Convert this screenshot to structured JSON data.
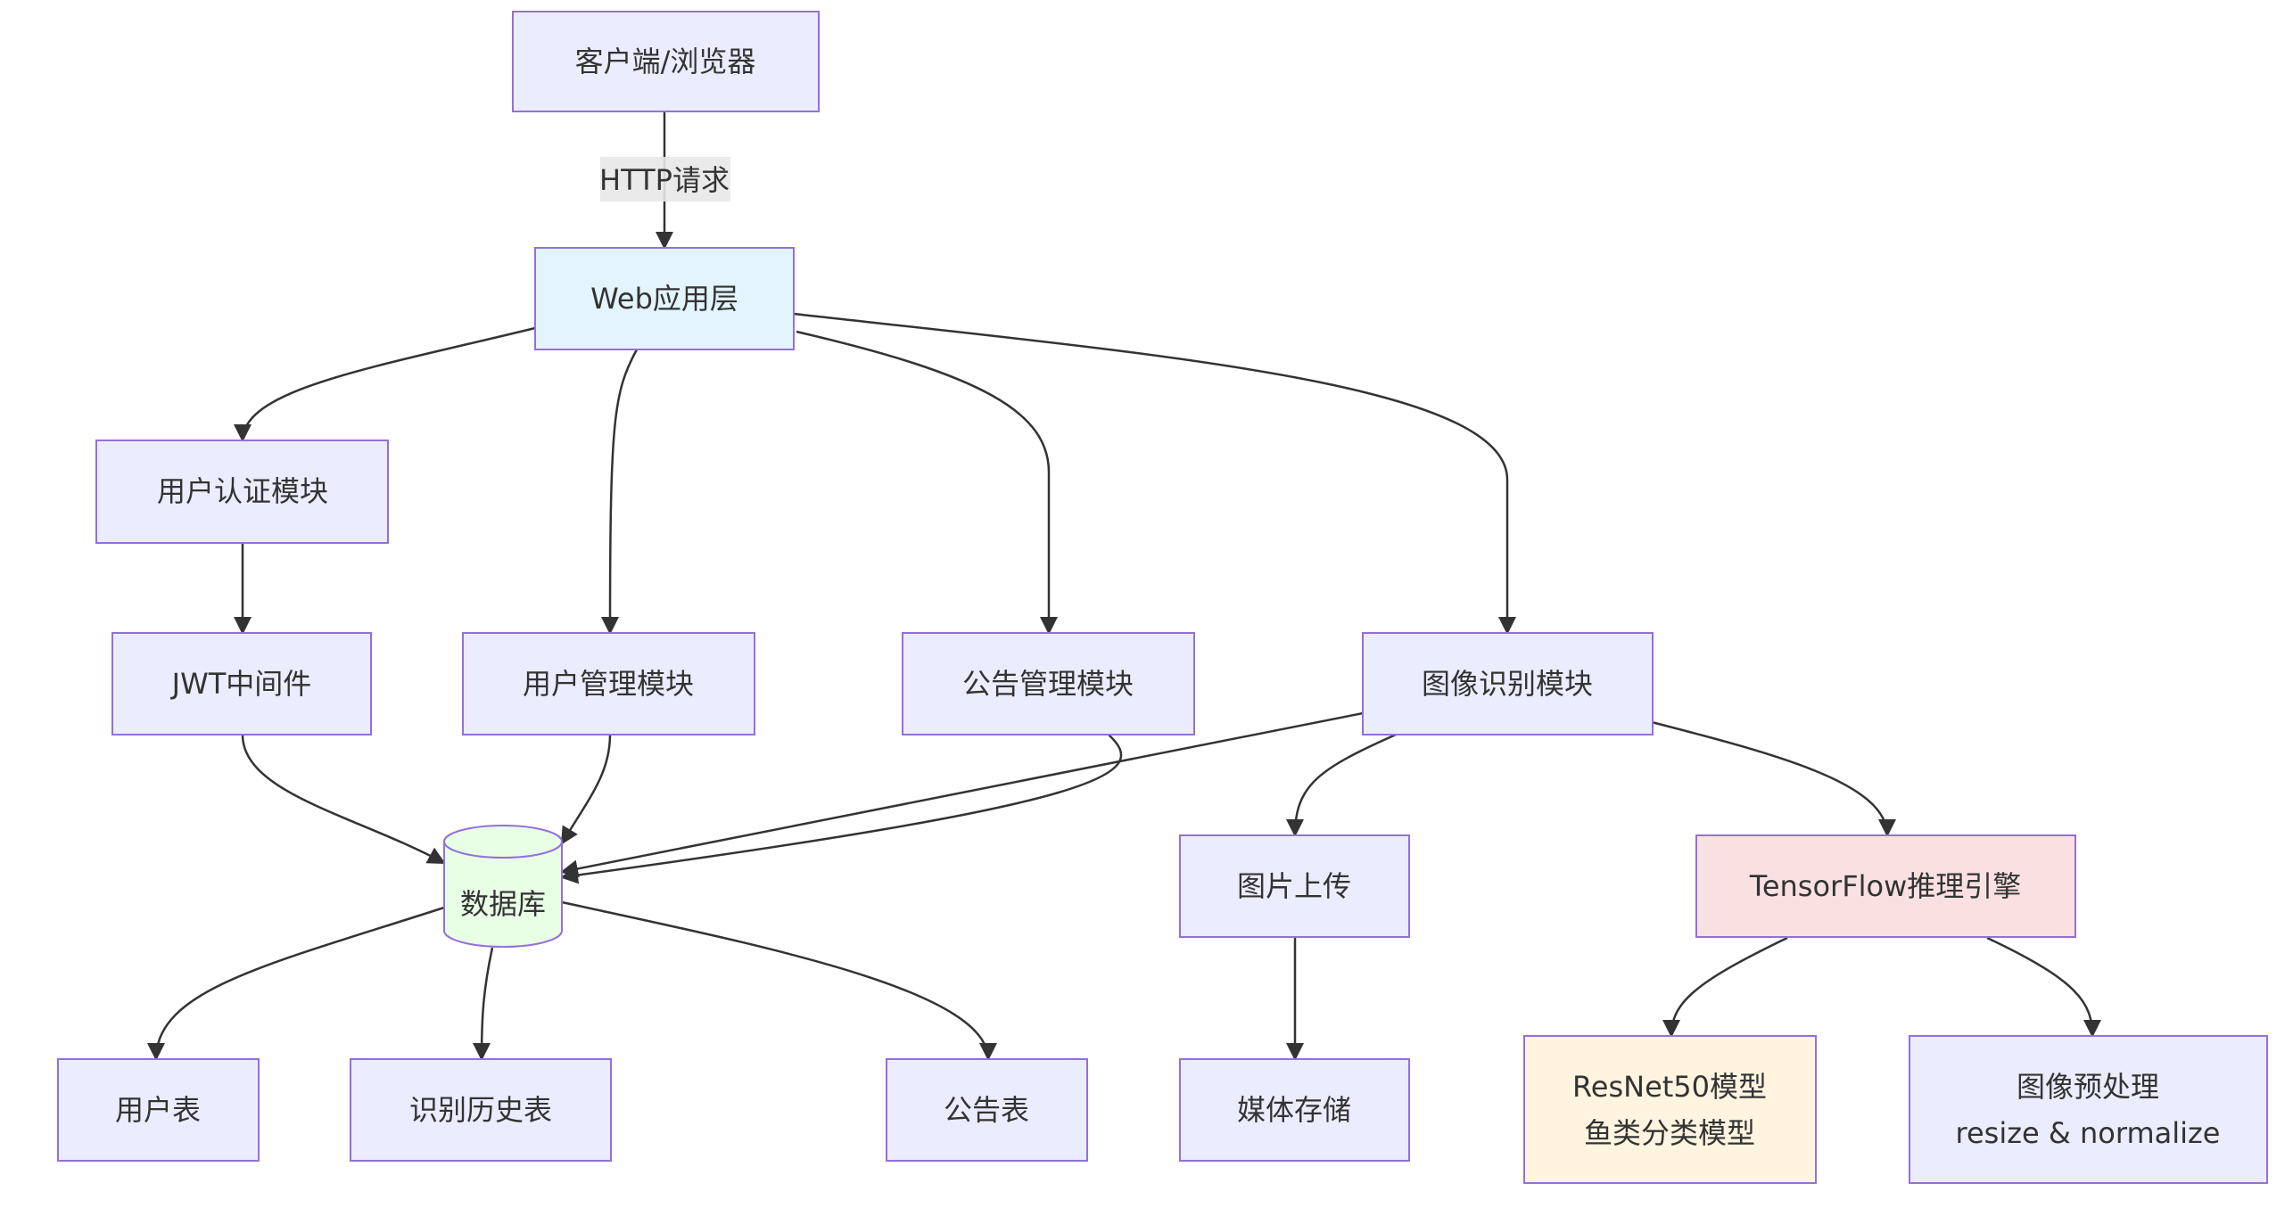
{
  "nodes": {
    "client": {
      "label": "客户端/浏览器"
    },
    "web": {
      "label": "Web应用层"
    },
    "auth": {
      "label": "用户认证模块"
    },
    "jwt": {
      "label": "JWT中间件"
    },
    "usermgmt": {
      "label": "用户管理模块"
    },
    "notice": {
      "label": "公告管理模块"
    },
    "image": {
      "label": "图像识别模块"
    },
    "db": {
      "label": "数据库"
    },
    "upload": {
      "label": "图片上传"
    },
    "tf": {
      "label": "TensorFlow推理引擎"
    },
    "usertable": {
      "label": "用户表"
    },
    "history": {
      "label": "识别历史表"
    },
    "noticetable": {
      "label": "公告表"
    },
    "media": {
      "label": "媒体存储"
    },
    "resnet": {
      "line1": "ResNet50模型",
      "line2": "鱼类分类模型"
    },
    "preprocess": {
      "line1": "图像预处理",
      "line2": "resize & normalize"
    }
  },
  "edges": {
    "client_to_web": {
      "label": "HTTP请求"
    }
  },
  "colors": {
    "node_fill": "#ececff",
    "node_stroke": "#9370db",
    "web_fill": "#e3f4fd",
    "db_fill": "#e8ffe6",
    "tf_fill": "#fae1e1",
    "resnet_fill": "#fff4e0",
    "edge": "#333333",
    "edge_label_bg": "#e8e8e8"
  }
}
